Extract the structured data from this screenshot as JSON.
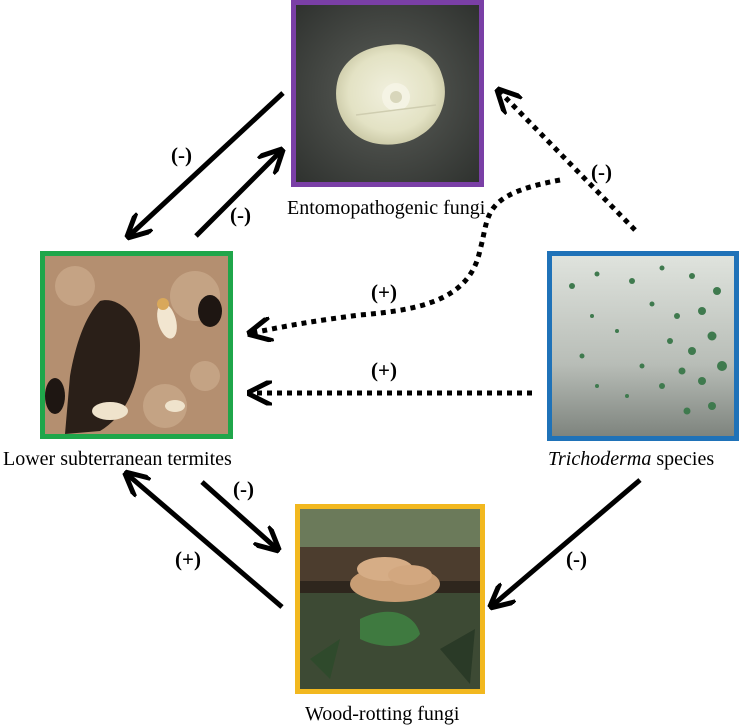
{
  "nodes": {
    "entomopathogenic": {
      "label": "Entomopathogenic fungi",
      "border_color": "#7a3fa6"
    },
    "termites": {
      "label": "Lower subterranean termites",
      "border_color": "#1fa64a"
    },
    "trichoderma": {
      "label_italic": "Trichoderma",
      "label_rest": " species",
      "border_color": "#1f72b8"
    },
    "wood_rotting": {
      "label": "Wood-rotting fungi",
      "border_color": "#f2b81f"
    }
  },
  "interactions": [
    {
      "from": "entomopathogenic",
      "to": "termites",
      "sign": "(-)",
      "style": "solid"
    },
    {
      "from": "termites",
      "to": "entomopathogenic",
      "sign": "(-)",
      "style": "solid"
    },
    {
      "from": "trichoderma",
      "to": "entomopathogenic",
      "sign": "(-)",
      "style": "dotted"
    },
    {
      "from": "trichoderma",
      "to": "termites",
      "sign": "(+)",
      "style": "dotted",
      "via": "entomopathogenic"
    },
    {
      "from": "trichoderma",
      "to": "termites",
      "sign": "(+)",
      "style": "dotted"
    },
    {
      "from": "termites",
      "to": "wood_rotting",
      "sign": "(-)",
      "style": "solid"
    },
    {
      "from": "wood_rotting",
      "to": "termites",
      "sign": "(+)",
      "style": "solid"
    },
    {
      "from": "trichoderma",
      "to": "wood_rotting",
      "sign": "(-)",
      "style": "solid"
    }
  ]
}
